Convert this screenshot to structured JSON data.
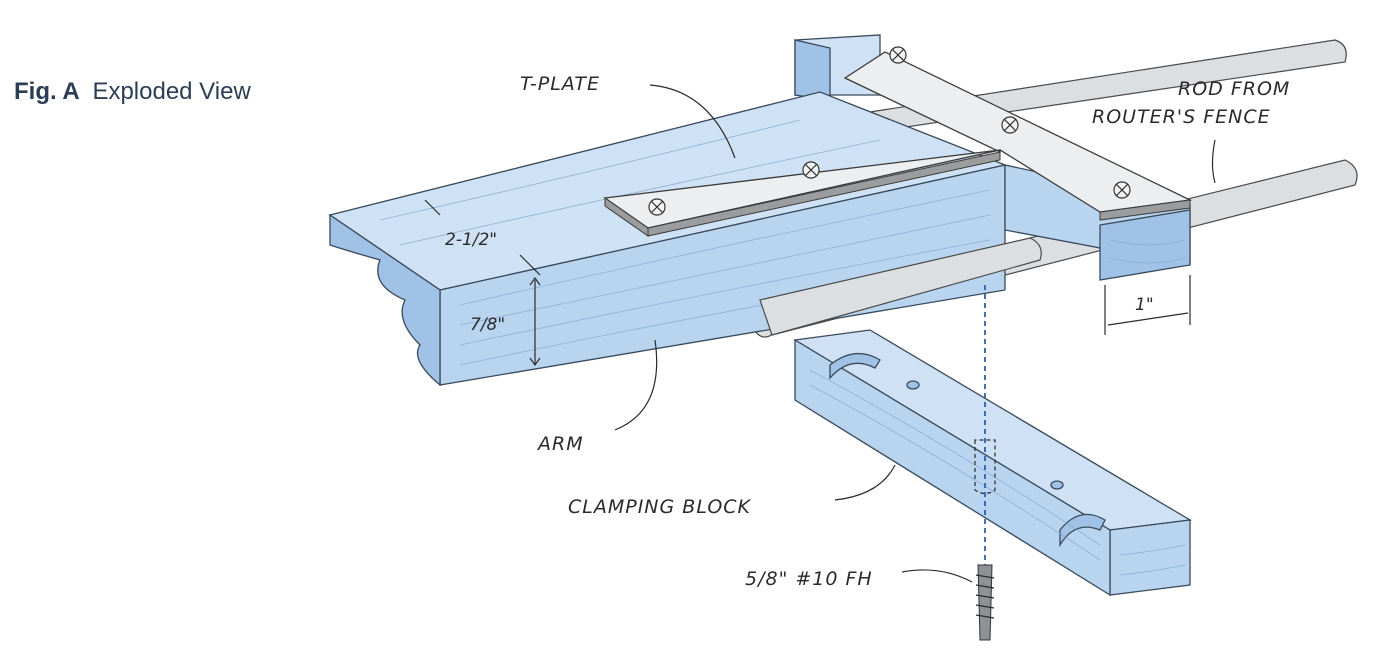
{
  "figure": {
    "label": "Fig. A",
    "title": "Exploded View"
  },
  "callouts": {
    "t_plate": "T-PLATE",
    "rod_line1": "ROD FROM",
    "rod_line2": "ROUTER'S FENCE",
    "arm": "ARM",
    "clamping_block": "CLAMPING BLOCK",
    "screw": "5/8\" #10 FH"
  },
  "dimensions": {
    "arm_width": "2-1/2\"",
    "arm_thickness": "7/8\"",
    "block_width": "1\""
  },
  "colors": {
    "wood": "#b9d4ef",
    "steel": "#eceeef",
    "title": "#2c3e55",
    "center_line": "#2f5fb3"
  }
}
